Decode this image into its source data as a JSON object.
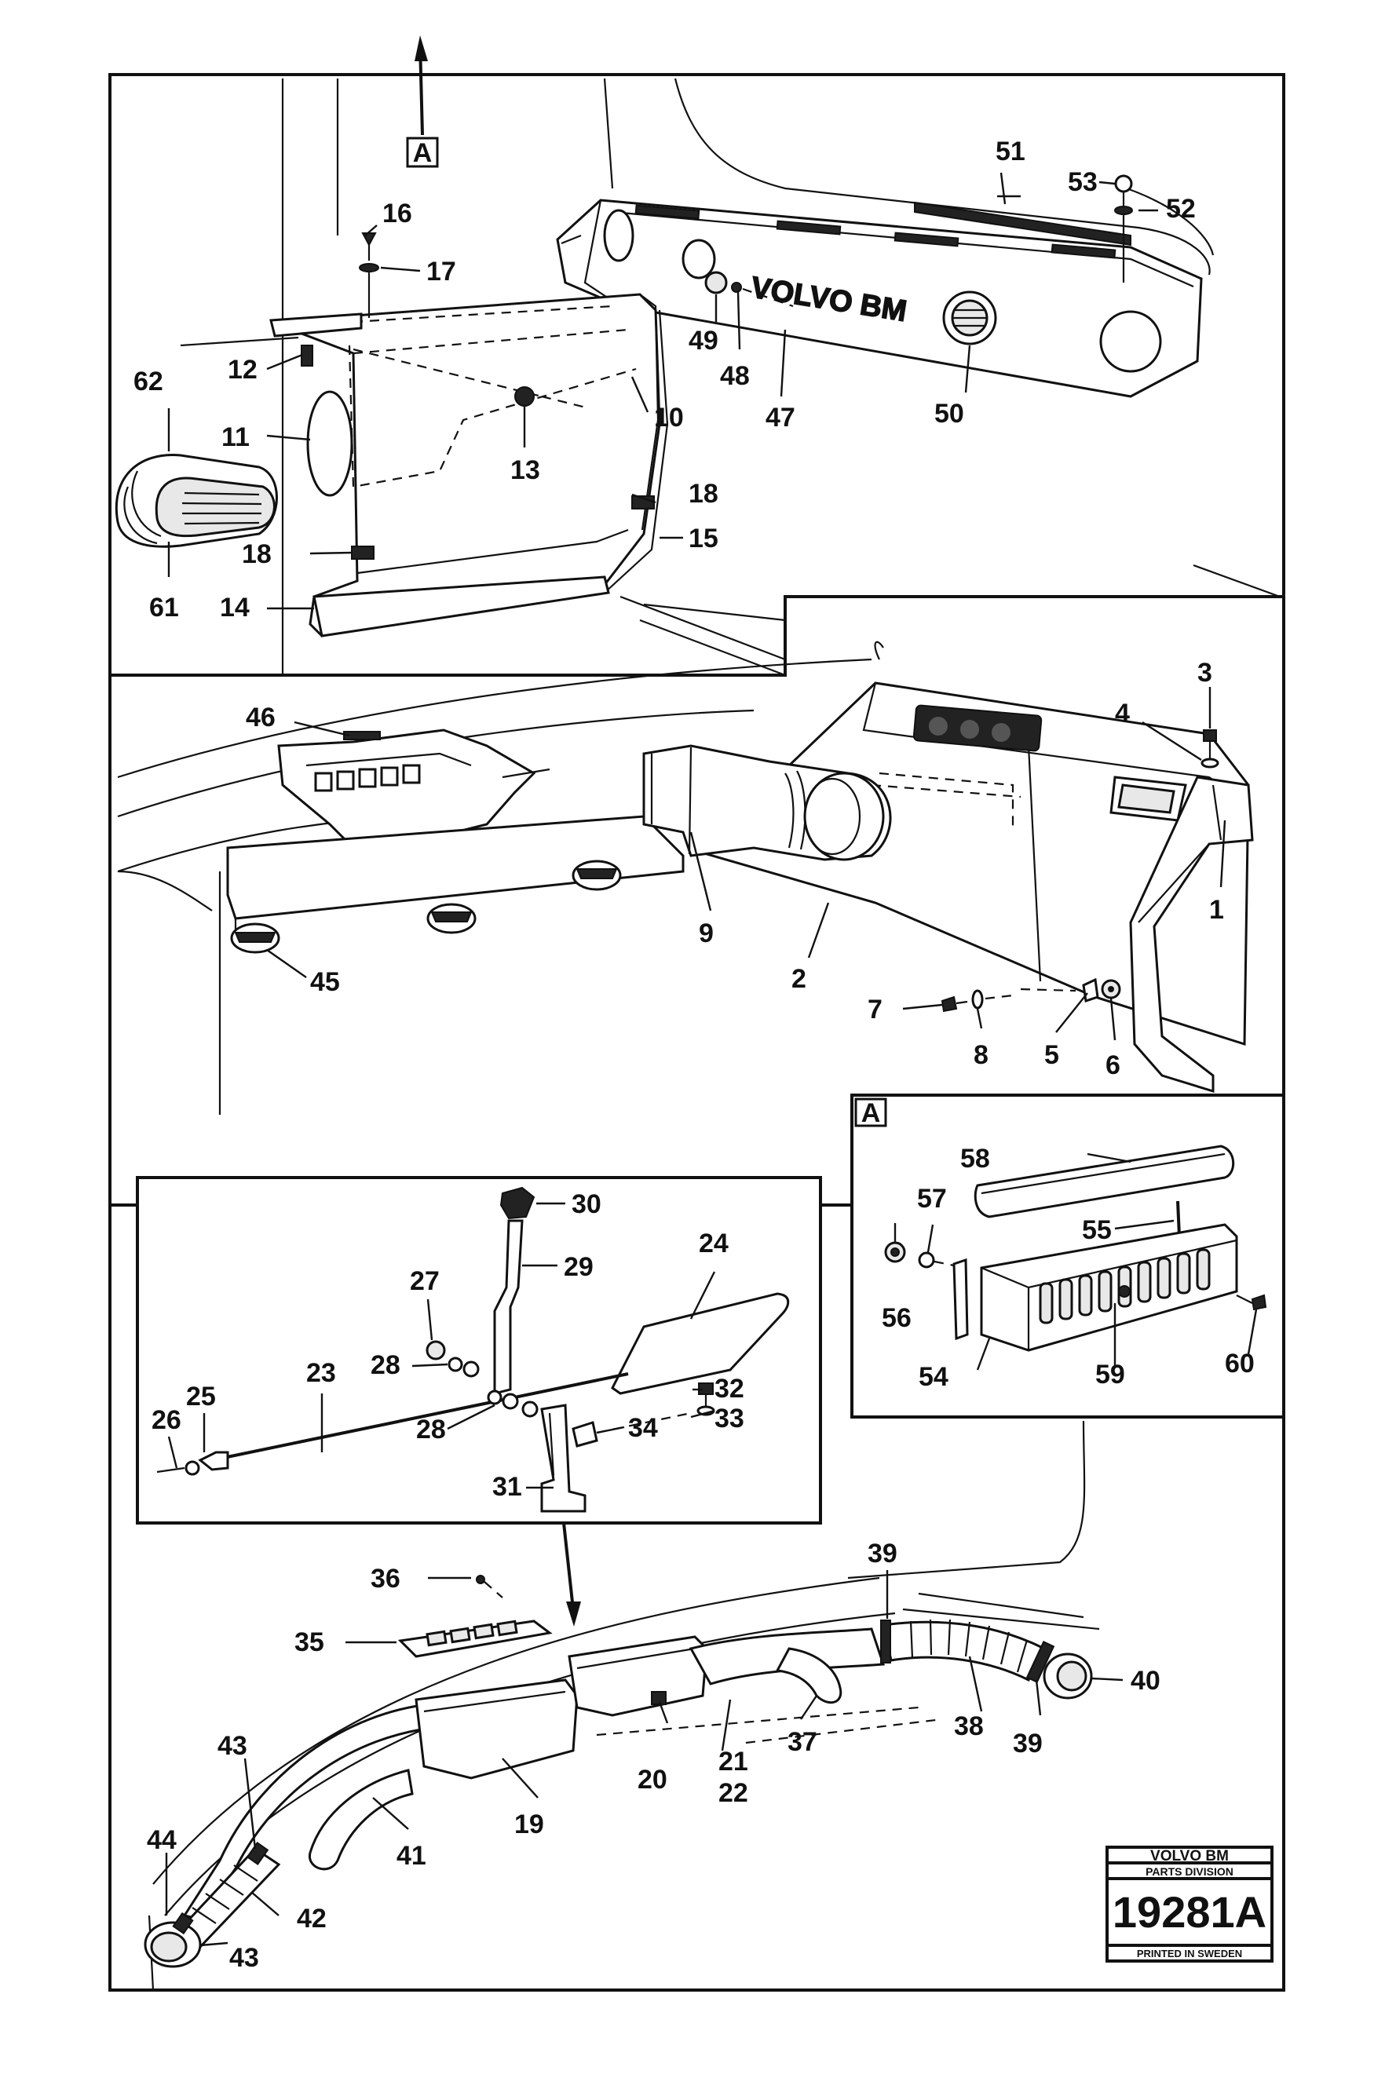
{
  "labels": {
    "n1": "1",
    "n2": "2",
    "n3": "3",
    "n4": "4",
    "n5": "5",
    "n6": "6",
    "n7": "7",
    "n8": "8",
    "n9": "9",
    "n10": "10",
    "n11": "11",
    "n12": "12",
    "n13": "13",
    "n14": "14",
    "n15": "15",
    "n16": "16",
    "n17": "17",
    "n18a": "18",
    "n18b": "18",
    "n19": "19",
    "n20": "20",
    "n21": "21",
    "n22": "22",
    "n23": "23",
    "n24": "24",
    "n25": "25",
    "n26": "26",
    "n27": "27",
    "n28a": "28",
    "n28b": "28",
    "n29": "29",
    "n30": "30",
    "n31": "31",
    "n32": "32",
    "n33": "33",
    "n34": "34",
    "n35": "35",
    "n36": "36",
    "n37": "37",
    "n38": "38",
    "n39a": "39",
    "n39b": "39",
    "n40": "40",
    "n41": "41",
    "n42": "42",
    "n43a": "43",
    "n43b": "43",
    "n44": "44",
    "n45": "45",
    "n46": "46",
    "n47": "47",
    "n48": "48",
    "n49": "49",
    "n50": "50",
    "n51": "51",
    "n52": "52",
    "n53": "53",
    "n54": "54",
    "n55": "55",
    "n56": "56",
    "n57": "57",
    "n58": "58",
    "n59": "59",
    "n60": "60",
    "n61": "61",
    "n62": "62"
  },
  "view_markers": {
    "top": "A",
    "detail": "A"
  },
  "panel_lettering": "VOLVO BM",
  "stamp": {
    "brand": "VOLVO BM",
    "division": "PARTS DIVISION",
    "number": "19281A",
    "printed": "PRINTED IN SWEDEN"
  }
}
